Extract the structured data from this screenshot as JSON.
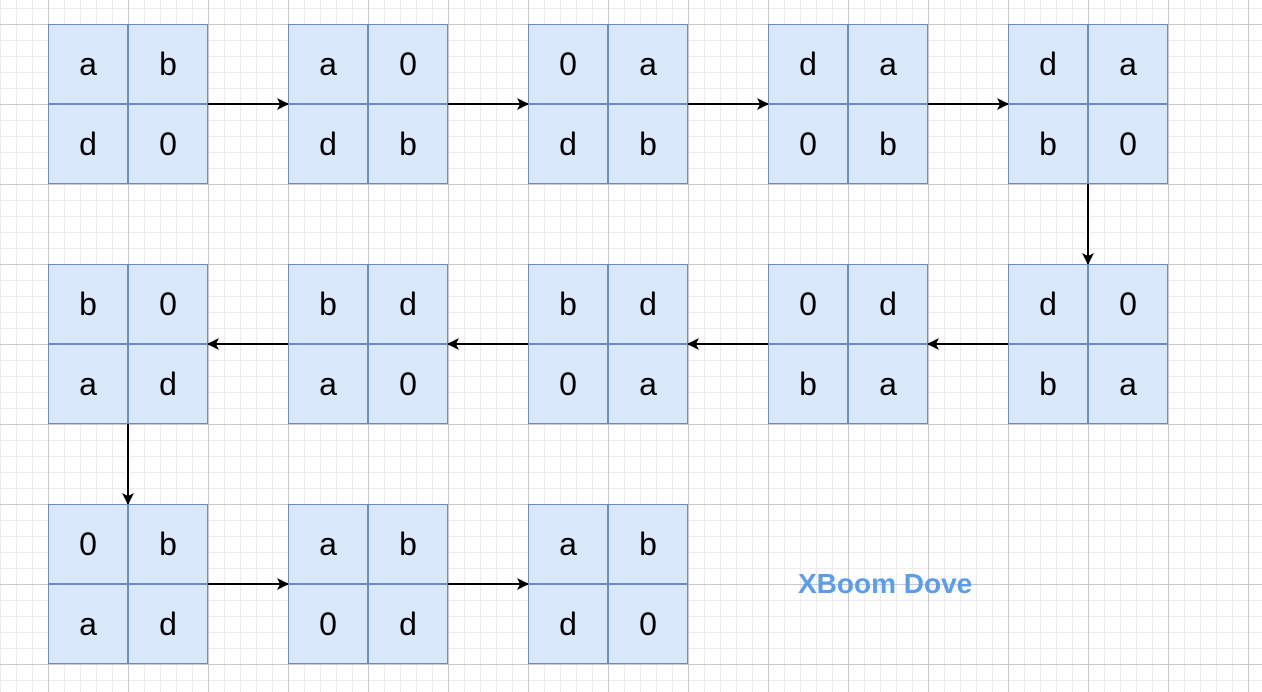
{
  "title": "",
  "colors": {
    "cell_fill": "#dae8fc",
    "cell_border": "#6c8ebf",
    "arrow": "#000000",
    "watermark": "#5b9cf0"
  },
  "states": [
    {
      "cells": [
        "a",
        "b",
        "d",
        "0"
      ]
    },
    {
      "cells": [
        "a",
        "0",
        "d",
        "b"
      ]
    },
    {
      "cells": [
        "0",
        "a",
        "d",
        "b"
      ]
    },
    {
      "cells": [
        "d",
        "a",
        "0",
        "b"
      ]
    },
    {
      "cells": [
        "d",
        "a",
        "b",
        "0"
      ]
    },
    {
      "cells": [
        "d",
        "0",
        "b",
        "a"
      ]
    },
    {
      "cells": [
        "0",
        "d",
        "b",
        "a"
      ]
    },
    {
      "cells": [
        "b",
        "d",
        "0",
        "a"
      ]
    },
    {
      "cells": [
        "b",
        "d",
        "a",
        "0"
      ]
    },
    {
      "cells": [
        "b",
        "0",
        "a",
        "d"
      ]
    },
    {
      "cells": [
        "0",
        "b",
        "a",
        "d"
      ]
    },
    {
      "cells": [
        "a",
        "b",
        "0",
        "d"
      ]
    },
    {
      "cells": [
        "a",
        "b",
        "d",
        "0"
      ]
    }
  ],
  "transitions": [
    {
      "from": 0,
      "to": 1
    },
    {
      "from": 1,
      "to": 2
    },
    {
      "from": 2,
      "to": 3
    },
    {
      "from": 3,
      "to": 4
    },
    {
      "from": 4,
      "to": 5
    },
    {
      "from": 5,
      "to": 6
    },
    {
      "from": 6,
      "to": 7
    },
    {
      "from": 7,
      "to": 8
    },
    {
      "from": 8,
      "to": 9
    },
    {
      "from": 9,
      "to": 10
    },
    {
      "from": 10,
      "to": 11
    },
    {
      "from": 11,
      "to": 12
    }
  ],
  "watermark": "XBoom Dove"
}
